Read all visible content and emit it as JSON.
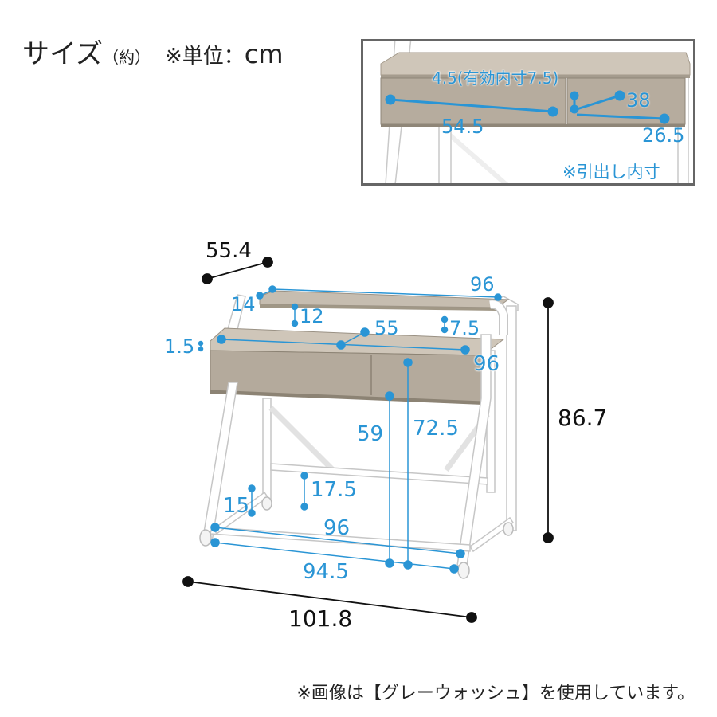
{
  "header": {
    "title_main": "サイズ",
    "title_approx": "（約）",
    "unit_label": "※単位：",
    "unit_value": "cm"
  },
  "inset": {
    "drawer_depth": "4.5(有効内寸7.5)",
    "drawer_width": "54.5",
    "drawer_height": "38",
    "drawer_inner_depth": "26.5",
    "note": "※引出し内寸"
  },
  "dimensions": {
    "depth_total": "55.4",
    "shelf_width": "96",
    "shelf_depth": "14",
    "shelf_height": "12",
    "shelf_gap": "7.5",
    "desk_depth": "55",
    "top_thickness": "1.5",
    "desk_width": "96",
    "knee_height": "59",
    "desk_height": "72.5",
    "total_height": "86.7",
    "bar_height": "17.5",
    "caster_height": "15",
    "inner_width": "96",
    "leg_width": "94.5",
    "total_width": "101.8"
  },
  "footer": {
    "note": "※画像は【グレーウォッシュ】を使用しています。"
  },
  "colors": {
    "dimension_blue": "#2a95d5",
    "wood": "#b4aa9c",
    "frame": "#ffffff",
    "frame_outline": "#c9c9c9",
    "ink": "#222222"
  }
}
